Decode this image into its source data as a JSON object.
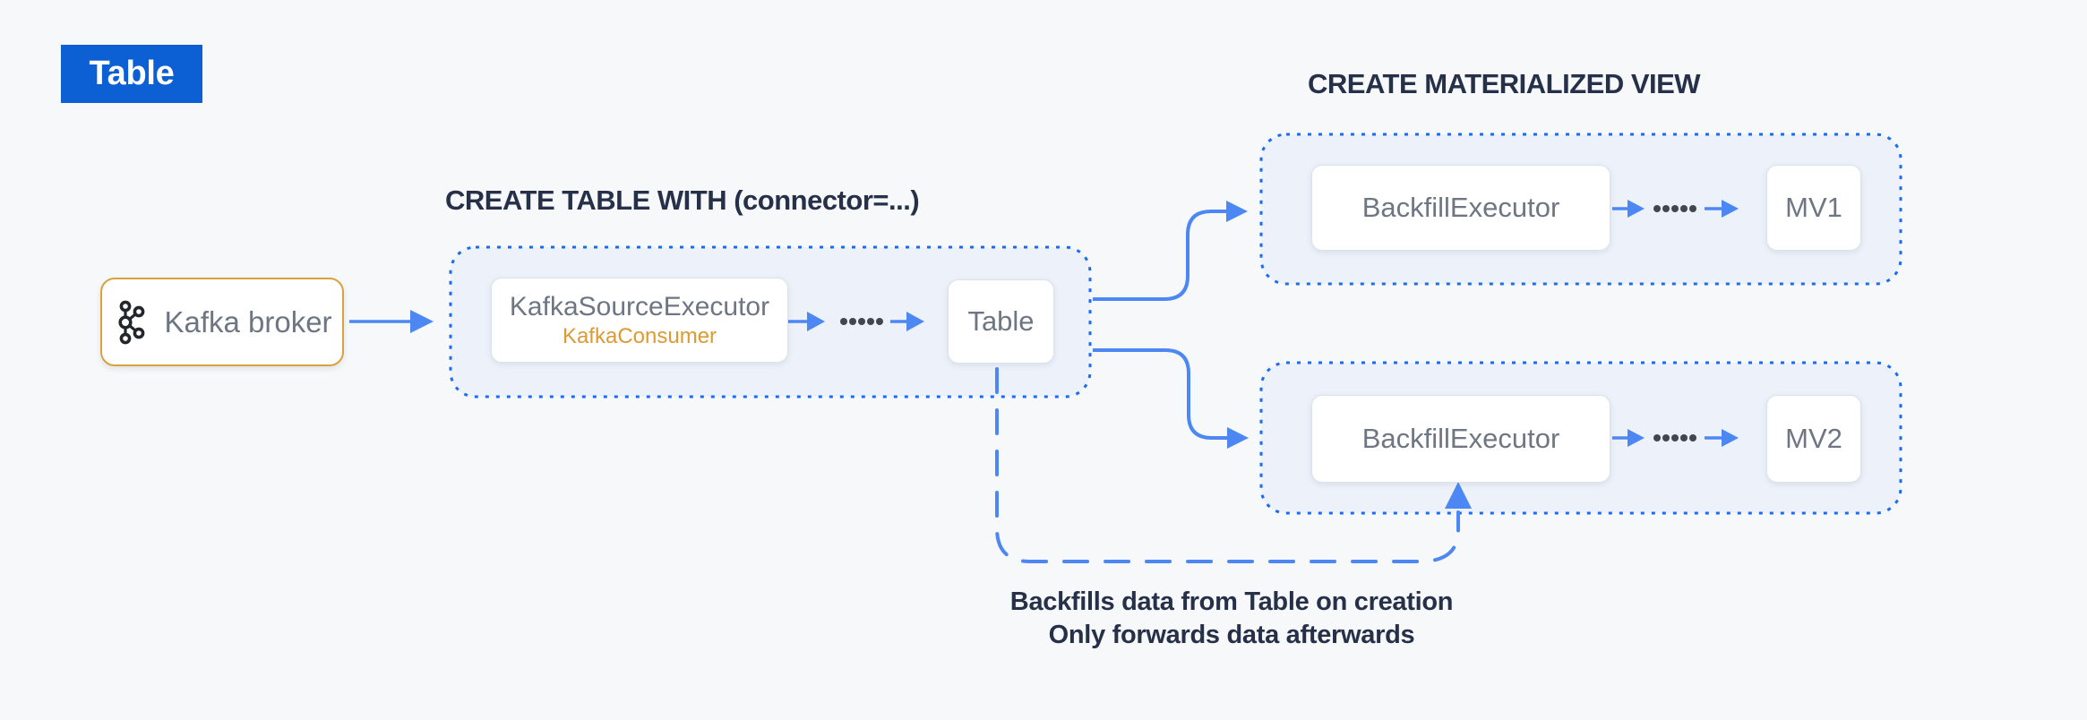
{
  "badge": {
    "label": "Table"
  },
  "kafka": {
    "label": "Kafka broker",
    "icon": "kafka-icon"
  },
  "create_table": {
    "title": "CREATE TABLE WITH (connector=...)",
    "executor_label": "KafkaSourceExecutor",
    "executor_sublabel": "KafkaConsumer",
    "table_label": "Table"
  },
  "create_mv": {
    "title": "CREATE MATERIALIZED VIEW",
    "pipelines": [
      {
        "executor_label": "BackfillExecutor",
        "mv_label": "MV1"
      },
      {
        "executor_label": "BackfillExecutor",
        "mv_label": "MV2"
      }
    ]
  },
  "annotation": {
    "line1": "Backfills data from Table on creation",
    "line2": "Only forwards data afterwards"
  },
  "colors": {
    "badge_blue": "#0d5fd4",
    "arrow_blue": "#4c87f3",
    "dotted_border_blue": "#1a6cf0",
    "container_fill": "#ecf1fa",
    "kafka_border_orange": "#d9a23c",
    "kafka_consumer_orange": "#dd9a33",
    "heading_navy": "#263149",
    "label_gray": "#6e7683",
    "dots_gray": "#42474f",
    "background": "#f7f8fa"
  }
}
